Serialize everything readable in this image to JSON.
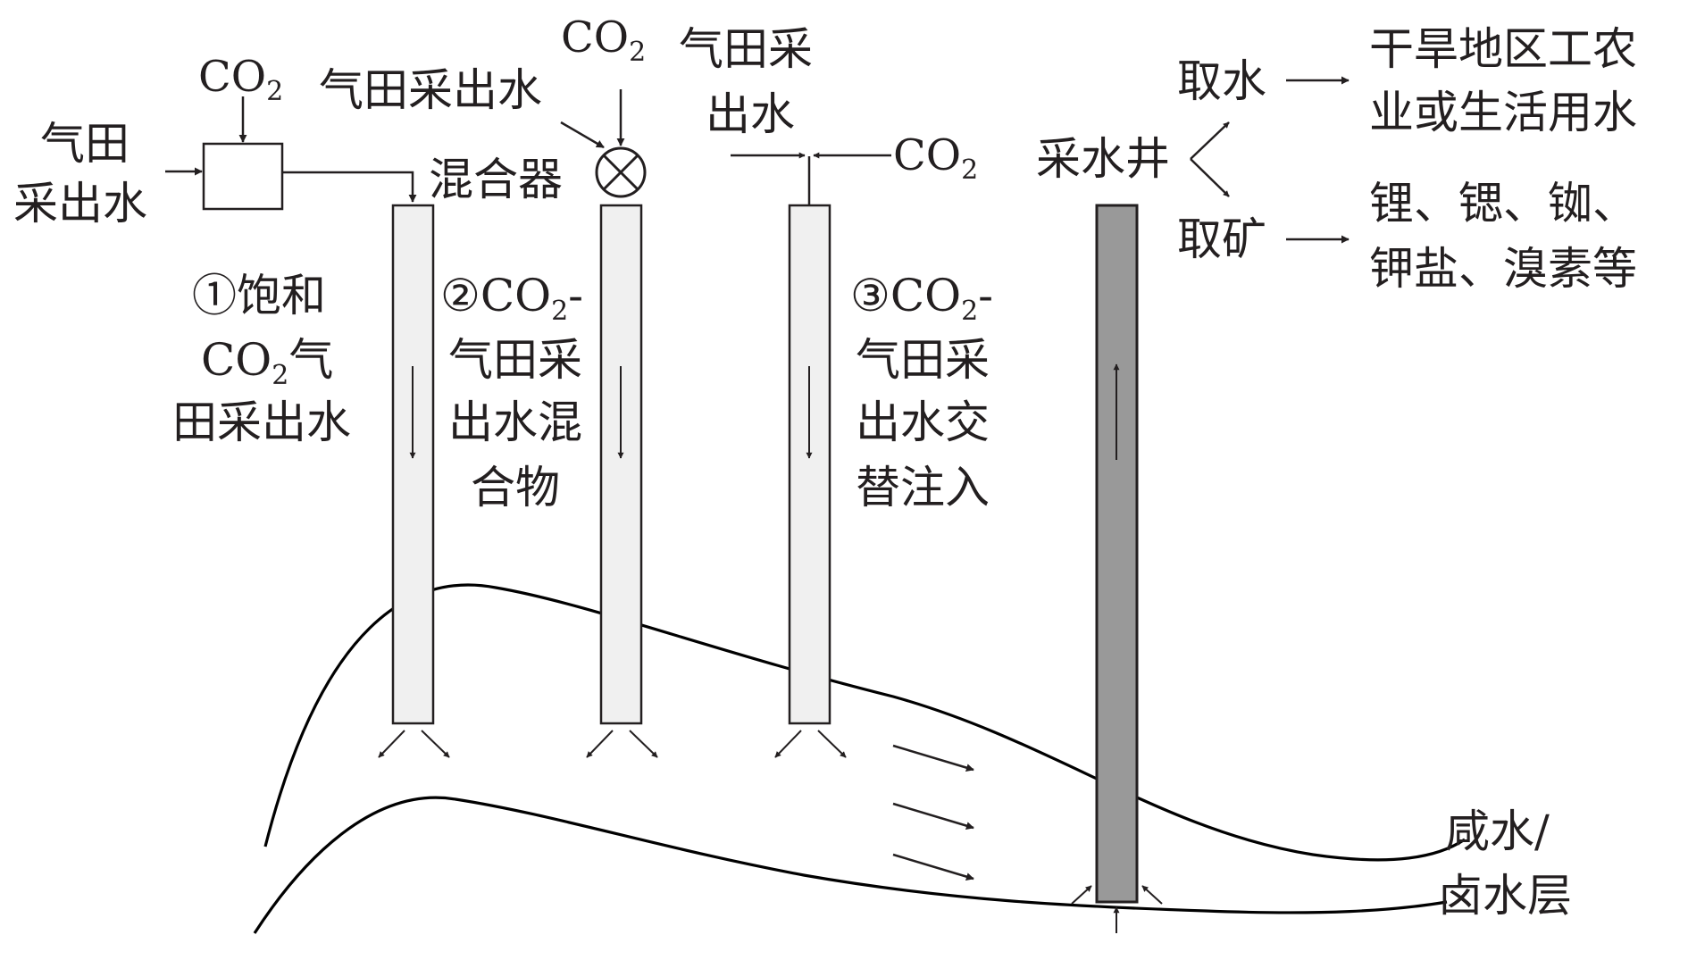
{
  "co2": {
    "base": "CO",
    "sub": "2"
  },
  "labels": {
    "gasfield_water_line1": "气田",
    "gasfield_water_line2": "采出水",
    "gasfield_water_top": "气田采出水",
    "mixer": "混合器",
    "gasfield_water_col3_line1": "气田采",
    "gasfield_water_col3_line2": "出水",
    "well": "采水井",
    "take_water": "取水",
    "take_mineral": "取矿",
    "water_use_line1": "干旱地区工农",
    "water_use_line2": "业或生活用水",
    "minerals_line1": "锂、锶、铷、",
    "minerals_line2": "钾盐、溴素等",
    "brine_line1": "咸水/",
    "brine_line2": "卤水层"
  },
  "method1": {
    "line1": "①饱和",
    "line2_suffix": "气",
    "line3": "田采出水"
  },
  "method2": {
    "line1_prefix": "②",
    "line1_suffix": "-",
    "line2": "气田采",
    "line3": "出水混",
    "line4": "合物"
  },
  "method3": {
    "line1_prefix": "③",
    "line1_suffix": "-",
    "line2": "气田采",
    "line3": "出水交",
    "line4": "替注入"
  },
  "colors": {
    "injection_well_fill": "#f0f0f0",
    "production_well_fill": "#999999",
    "line": "#231f20"
  }
}
